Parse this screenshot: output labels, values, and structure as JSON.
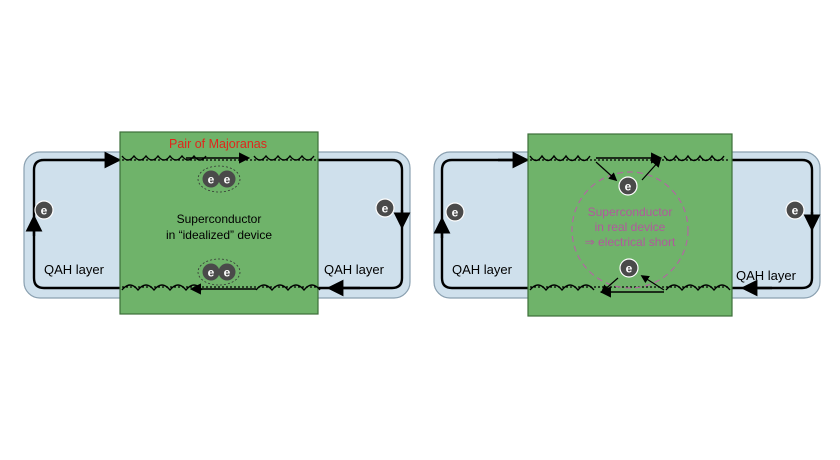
{
  "colors": {
    "qah_fill": "#cfe0ec",
    "qah_stroke": "#8aa0b0",
    "sc_fill": "#6fb36a",
    "sc_stroke": "#3d6e3a",
    "edge": "#000000",
    "majorana_label": "#e0261c",
    "short_label": "#b05a9c",
    "short_ring": "#b06aa0",
    "electron_fill": "#4a4a4a",
    "electron_text": "#ffffff"
  },
  "left_panel": {
    "majorana_label": "Pair of Majoranas",
    "sc_line1": "Superconductor",
    "sc_line2": "in “idealized” device",
    "qah_label_left": "QAH layer",
    "qah_label_right": "QAH layer",
    "electron_symbol": "e"
  },
  "right_panel": {
    "sc_line1": "Superconductor",
    "sc_line2": "in real device",
    "sc_line3": "⇒ electrical short",
    "qah_label_left": "QAH layer",
    "qah_label_right": "QAH layer",
    "electron_symbol": "e"
  }
}
